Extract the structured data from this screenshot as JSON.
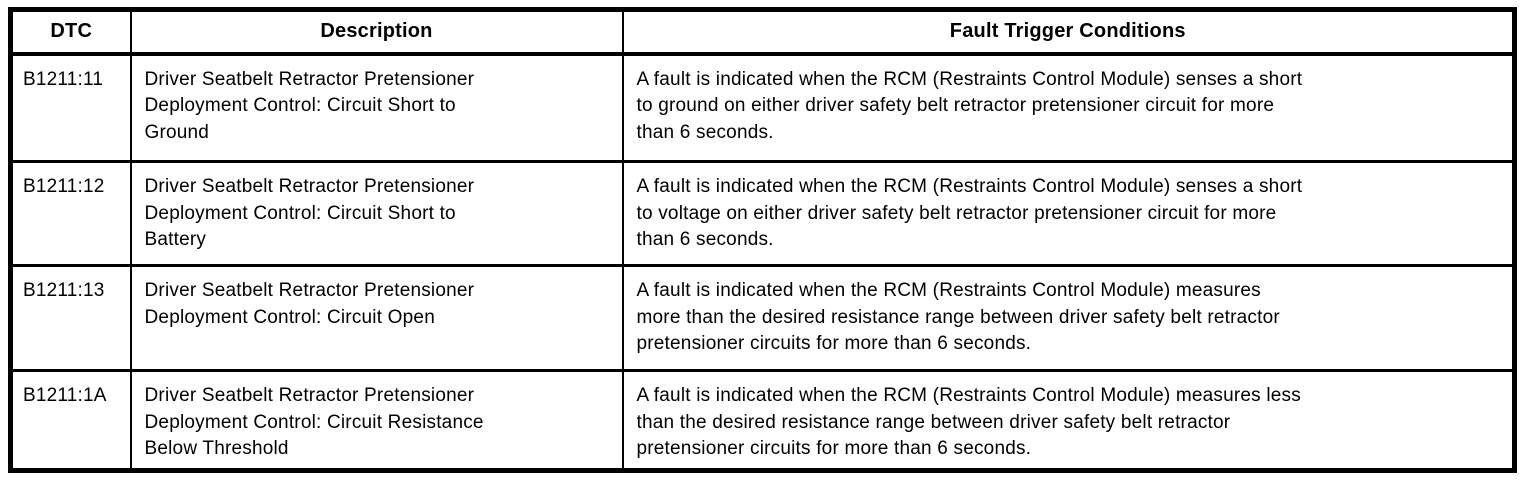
{
  "table": {
    "headers": [
      "DTC",
      "Description",
      "Fault Trigger Conditions"
    ],
    "rows": [
      {
        "dtc": "B1211:11",
        "description_lines": [
          "Driver Seatbelt Retractor Pretensioner",
          "Deployment Control: Circuit Short to",
          "Ground"
        ],
        "fault_lines": [
          "A fault is indicated when the RCM (Restraints Control Module) senses a short",
          "to ground on either driver safety belt retractor pretensioner circuit for more",
          "than 6 seconds."
        ]
      },
      {
        "dtc": "B1211:12",
        "description_lines": [
          "Driver Seatbelt Retractor Pretensioner",
          "Deployment Control: Circuit Short to",
          "Battery"
        ],
        "fault_lines": [
          "A fault is indicated when the RCM (Restraints Control Module) senses a short",
          "to voltage on either driver safety belt retractor pretensioner circuit for more",
          "than 6 seconds."
        ]
      },
      {
        "dtc": "B1211:13",
        "description_lines": [
          "Driver Seatbelt Retractor Pretensioner",
          "Deployment Control: Circuit Open",
          ""
        ],
        "fault_lines": [
          "A fault is indicated when the RCM (Restraints Control Module) measures",
          "more than the desired resistance range between driver safety belt retractor",
          "pretensioner circuits for more than 6 seconds."
        ]
      },
      {
        "dtc": "B1211:1A",
        "description_lines": [
          "Driver Seatbelt Retractor Pretensioner",
          "Deployment Control: Circuit Resistance",
          "Below Threshold"
        ],
        "fault_lines": [
          "A fault is indicated when the RCM (Restraints Control Module) measures less",
          "than the desired resistance range between driver safety belt retractor",
          "pretensioner circuits for more than 6 seconds."
        ]
      }
    ],
    "border_color": "#000000",
    "text_color": "#000000",
    "background_color": "#ffffff"
  }
}
